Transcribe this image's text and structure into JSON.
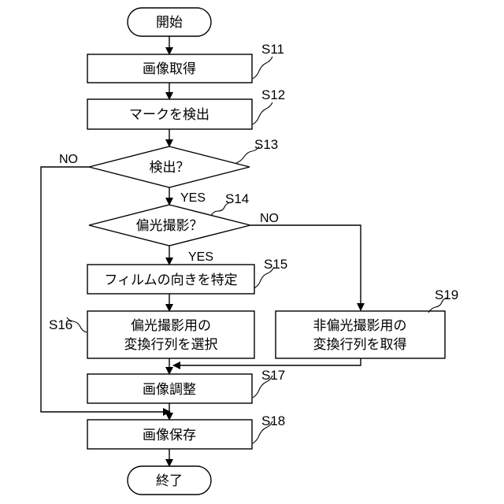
{
  "nodes": {
    "start": "開始",
    "s11": "画像取得",
    "s12": "マークを検出",
    "s13": "検出？",
    "s14": "偏光撮影？",
    "s15": "フィルムの向きを特定",
    "s16_line1": "偏光撮影用の",
    "s16_line2": "変換行列を選択",
    "s19_line1": "非偏光撮影用の",
    "s19_line2": "変換行列を取得",
    "s17": "画像調整",
    "s18": "画像保存",
    "end": "終了"
  },
  "step_labels": {
    "s11": "S11",
    "s12": "S12",
    "s13": "S13",
    "s14": "S14",
    "s15": "S15",
    "s16": "S16",
    "s17": "S17",
    "s18": "S18",
    "s19": "S19"
  },
  "branch_labels": {
    "s13_no": "NO",
    "s13_yes": "YES",
    "s14_no": "NO",
    "s14_yes": "YES"
  }
}
